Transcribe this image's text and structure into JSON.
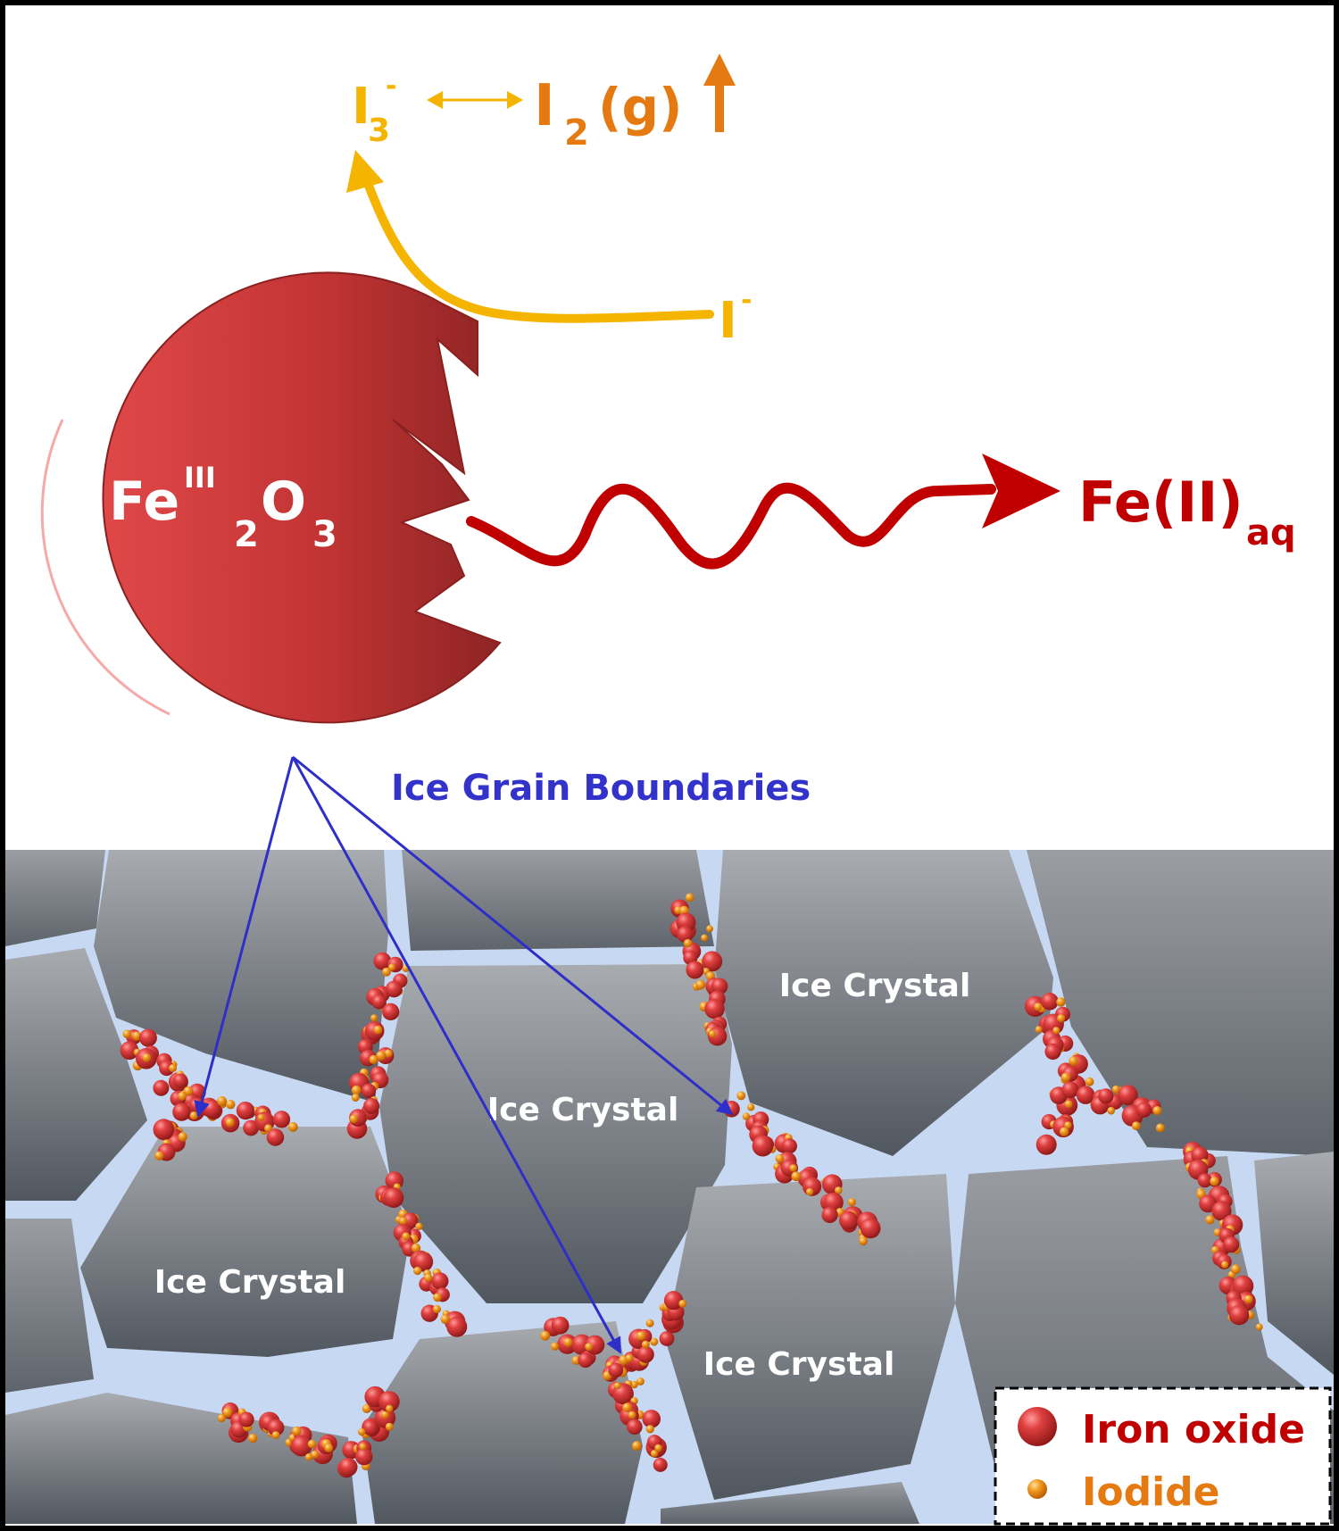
{
  "labels": {
    "triiodide_base": "I",
    "triiodide_sub": "3",
    "triiodide_sup": "-",
    "iodine_base": "I",
    "iodine_sub": "2",
    "iodine_phase": "(g)",
    "iodide_base": "I",
    "iodide_sup": "-",
    "oxide_fe": "Fe",
    "oxide_sup": "III",
    "oxide_sub1": "2",
    "oxide_o": "O",
    "oxide_sub2": "3",
    "product_base": "Fe(II)",
    "product_sub": "aq",
    "grain_boundaries": "Ice Grain Boundaries"
  },
  "crystals": [
    "Ice Crystal",
    "Ice Crystal",
    "Ice Crystal",
    "Ice Crystal"
  ],
  "legend": {
    "iron_oxide": "Iron oxide",
    "iodide": "Iodide"
  },
  "colors": {
    "triiodide": "#F5B400",
    "iodine": "#E57A12",
    "iodide": "#F5B400",
    "iron_oxide": "#C8262C",
    "product": "#C00000",
    "boundary_label": "#3333CC",
    "boundary_arrow": "#2E2EC8",
    "grain_gap": "#C7D9F2",
    "legend_iron": "#C00000",
    "legend_iodide": "#E57A12"
  }
}
